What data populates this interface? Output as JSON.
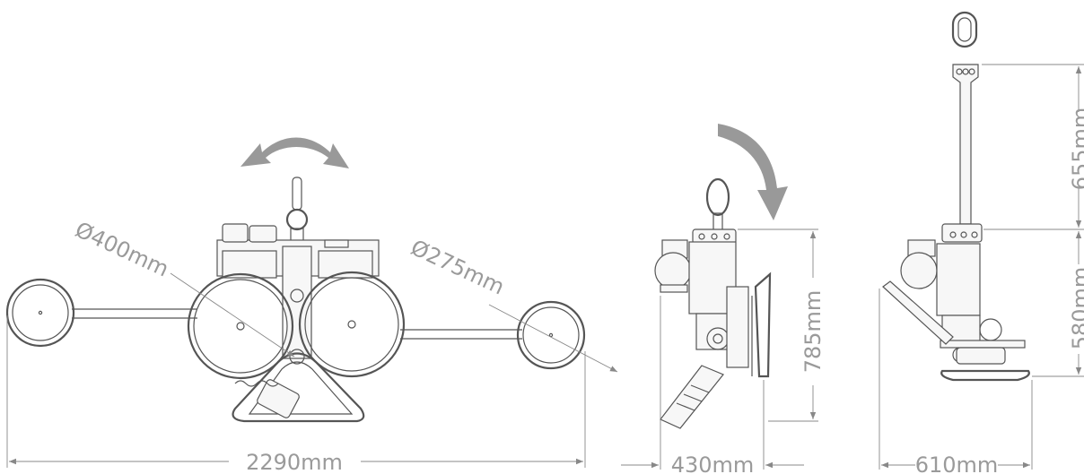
{
  "labels": {
    "front_width": "2290mm",
    "large_pad_diameter": "Ø400mm",
    "small_pad_diameter": "Ø275mm",
    "side_depth": "430mm",
    "side_height": "785mm",
    "rear_width": "610mm",
    "upper_height": "655mm",
    "lower_height": "580mm"
  },
  "colors": {
    "lines": "#555555",
    "dimension_text": "#9a9a9a",
    "arrow_fill": "#999999"
  }
}
